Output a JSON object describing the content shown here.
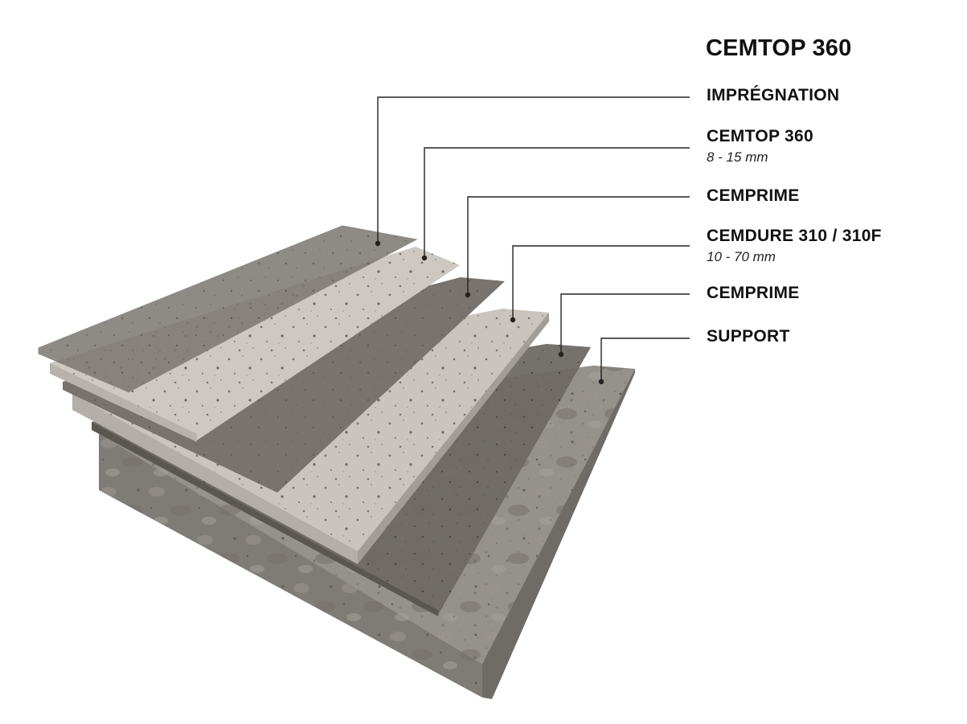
{
  "title": "CEMTOP 360",
  "layers": [
    {
      "name": "IMPRÉGNATION",
      "detail": ""
    },
    {
      "name": "CEMTOP 360",
      "detail": "8 - 15 mm"
    },
    {
      "name": "CEMPRIME",
      "detail": ""
    },
    {
      "name": "CEMDURE 310 / 310F",
      "detail": "10 - 70 mm"
    },
    {
      "name": "CEMPRIME",
      "detail": ""
    },
    {
      "name": "SUPPORT",
      "detail": ""
    }
  ],
  "colors": {
    "impregnation": "#b8b4b0",
    "cemtop": "#cfcac4",
    "cemprime": "#6f6a66",
    "cemdure": "#cdc8c1",
    "support": "#8a8680",
    "text": "#111111"
  }
}
